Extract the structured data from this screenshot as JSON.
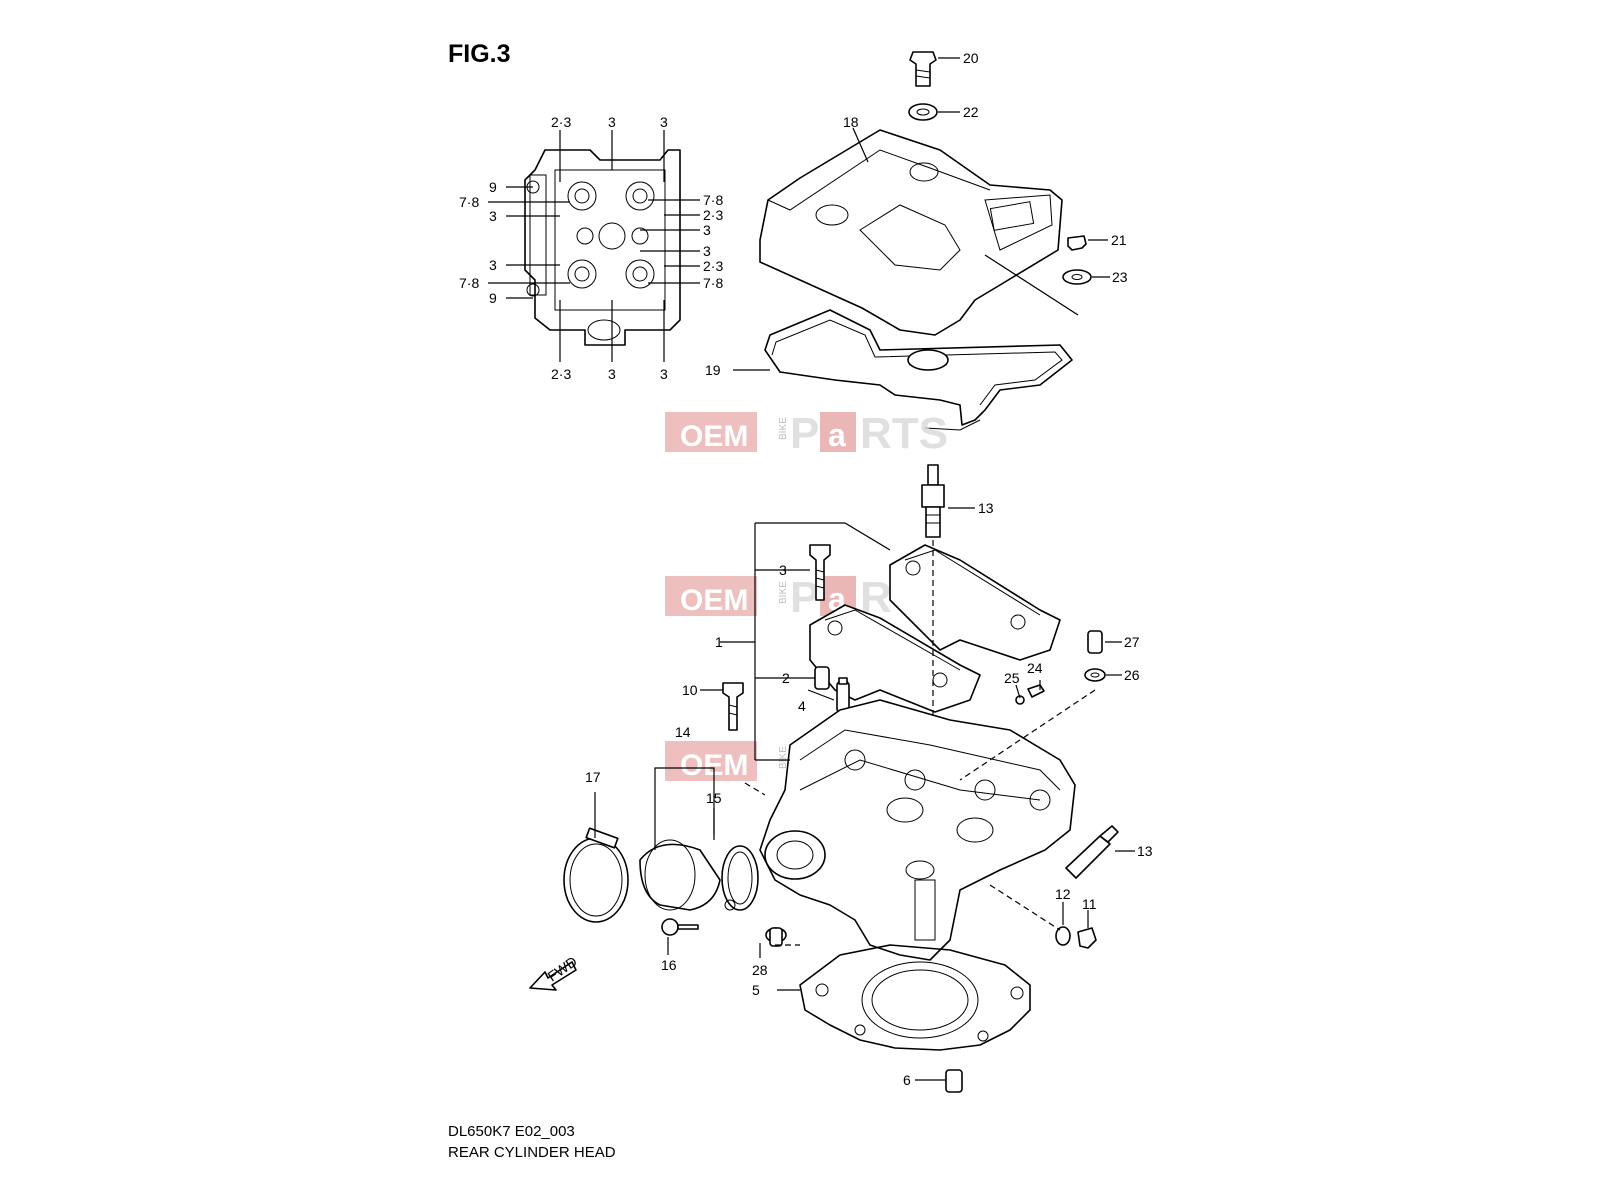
{
  "figure": {
    "title": "FIG.3",
    "model_code": "DL650K7 E02_003",
    "name": "REAR CYLINDER HEAD"
  },
  "watermark": {
    "left": "OEM",
    "middle": "BIKE",
    "right_a": "a",
    "right_rest": "RTS",
    "right_p": "P"
  },
  "callouts": {
    "top_view": {
      "top": [
        "2·3",
        "3",
        "3"
      ],
      "bottom": [
        "2·3",
        "3",
        "3"
      ],
      "left": [
        "9",
        "7·8",
        "3",
        "3",
        "7·8",
        "9"
      ],
      "right": [
        "7·8",
        "2·3",
        "3",
        "3",
        "2·3",
        "7·8"
      ]
    },
    "parts": {
      "p1": "1",
      "p2": "2",
      "p3": "3",
      "p4": "4",
      "p5": "5",
      "p6": "6",
      "p10": "10",
      "p11": "11",
      "p12": "12",
      "p13a": "13",
      "p13b": "13",
      "p14": "14",
      "p15": "15",
      "p16": "16",
      "p17": "17",
      "p18": "18",
      "p19": "19",
      "p20": "20",
      "p21": "21",
      "p22": "22",
      "p23": "23",
      "p24": "24",
      "p25": "25",
      "p26": "26",
      "p27": "27",
      "p28": "28"
    }
  },
  "fwd_label": "FWD"
}
